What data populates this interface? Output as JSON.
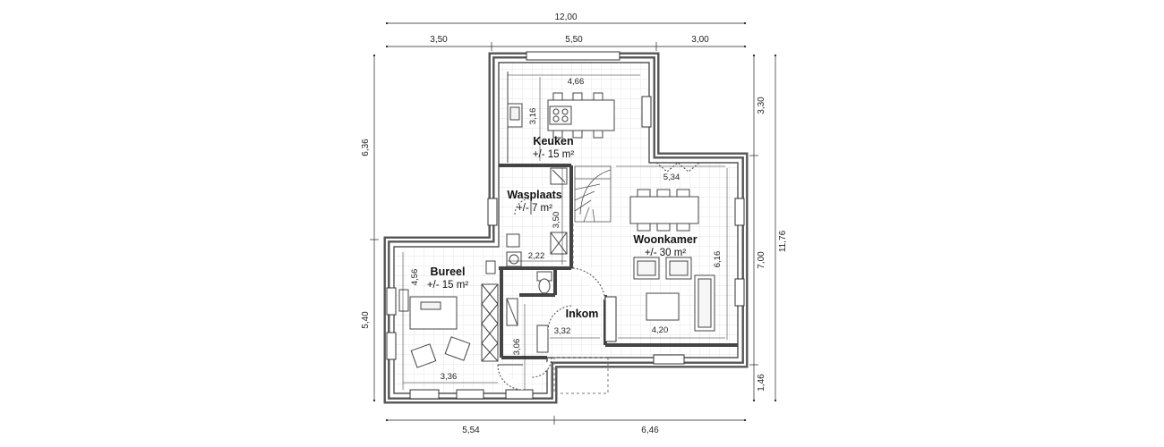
{
  "dimensions": {
    "top_total": "12,00",
    "top_segments": [
      "3,50",
      "5,50",
      "3,00"
    ],
    "bottom_segments": [
      "5,54",
      "6,46"
    ],
    "left_segments": [
      "6,36",
      "5,40"
    ],
    "right_segments": [
      "3,30",
      "7,00",
      "1,46"
    ],
    "right_total": "11,76"
  },
  "rooms": {
    "keuken": {
      "name": "Keuken",
      "area": "+/- 15 m²",
      "width": "4,66",
      "depth": "3,16"
    },
    "wasplaats": {
      "name": "Wasplaats",
      "area": "+/- 7 m²",
      "width": "2,22",
      "depth": "3,50"
    },
    "woonkamer": {
      "name": "Woonkamer",
      "area": "+/- 30 m²",
      "width_top": "5,34",
      "width_bottom": "4,20",
      "depth": "6,16"
    },
    "bureel": {
      "name": "Bureel",
      "area": "+/- 15 m²",
      "width": "3,36",
      "depth": "4,56"
    },
    "inkom": {
      "name": "Inkom",
      "width": "3,32",
      "depth": "3,06"
    }
  },
  "colors": {
    "wall": "#5b5b5b",
    "wall_inner": "#ffffff",
    "grid": "#dedede",
    "line": "#333333"
  }
}
